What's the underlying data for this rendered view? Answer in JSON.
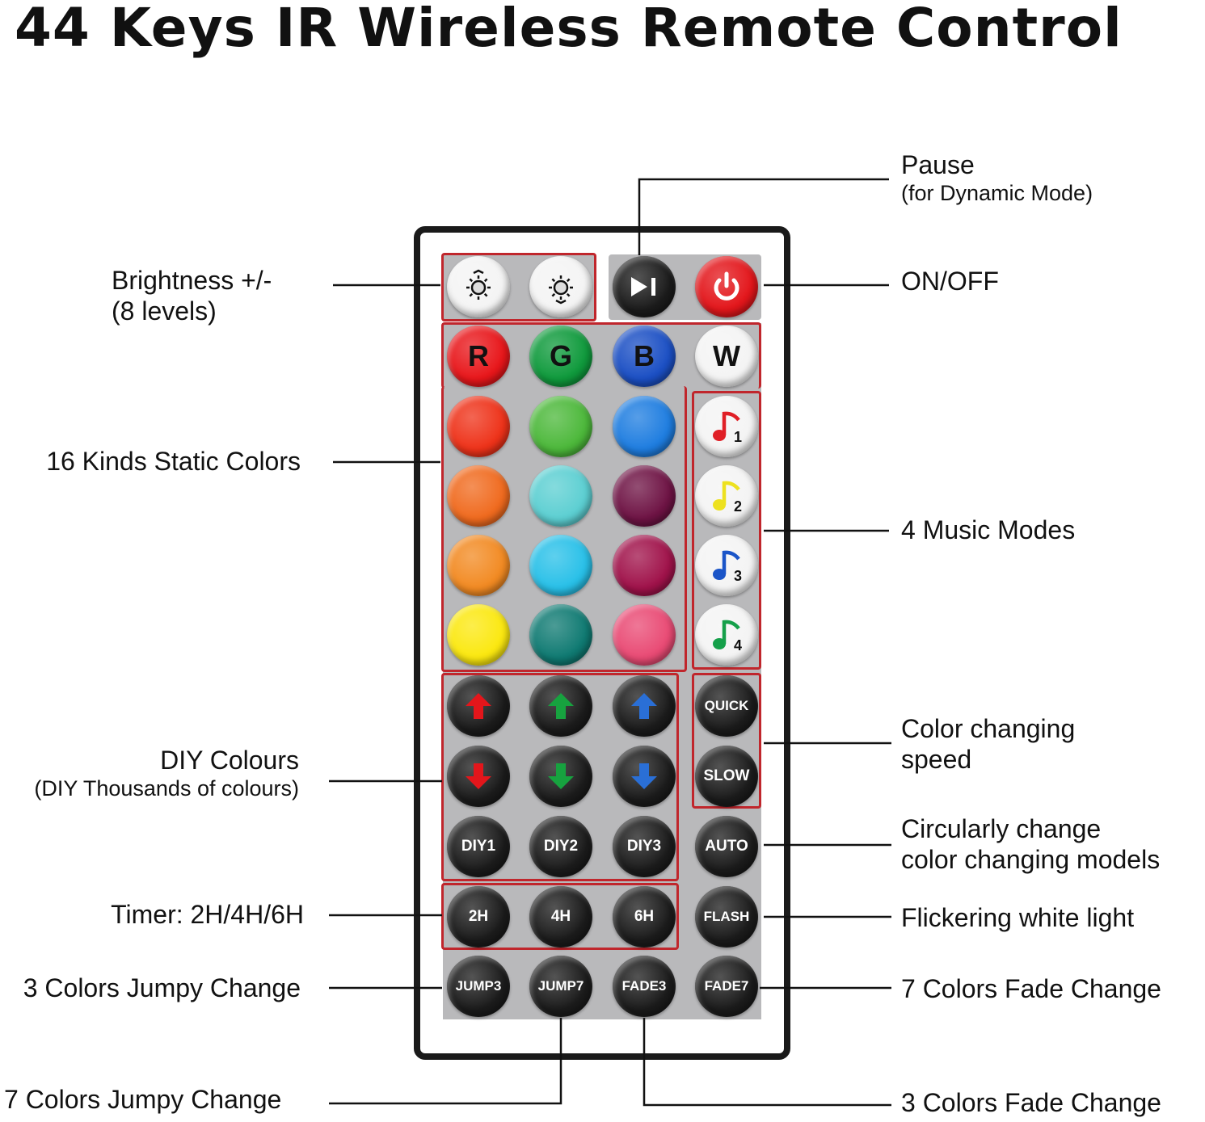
{
  "title": "44 Keys IR Wireless Remote Control",
  "labels": {
    "pause": "Pause",
    "pause_sub": "(for Dynamic Mode)",
    "brightness": "Brightness +/-",
    "brightness_sub": "(8 levels)",
    "onoff": "ON/OFF",
    "static": "16 Kinds Static Colors",
    "music": "4 Music Modes",
    "speed1": "Color changing",
    "speed2": "speed",
    "diy": "DIY Colours",
    "diy_sub": "(DIY Thousands of colours)",
    "circ1": "Circularly change",
    "circ2": "color changing models",
    "timer": "Timer: 2H/4H/6H",
    "flicker": "Flickering white light",
    "jump3": "3 Colors Jumpy Change",
    "fade7": "7 Colors Fade Change",
    "jump7": "7 Colors Jumpy Change",
    "fade3": "3 Colors Fade Change"
  },
  "buttons": [
    {
      "id": "brightness-up",
      "row": 0,
      "col": 0,
      "bg": "#f4f4f4",
      "icon": "brightness-up-icon"
    },
    {
      "id": "brightness-down",
      "row": 0,
      "col": 1,
      "bg": "#f4f4f4",
      "icon": "brightness-down-icon"
    },
    {
      "id": "play-pause",
      "row": 0,
      "col": 2,
      "bg": "#1b1b1b",
      "icon": "play-pause-icon"
    },
    {
      "id": "power",
      "row": 0,
      "col": 3,
      "bg": "#e3161b",
      "icon": "power-icon"
    },
    {
      "id": "red",
      "row": 1,
      "col": 0,
      "bg": "#e8161a",
      "label": "R"
    },
    {
      "id": "green",
      "row": 1,
      "col": 1,
      "bg": "#0f9a3c",
      "label": "G"
    },
    {
      "id": "blue",
      "row": 1,
      "col": 2,
      "bg": "#1b4fc4",
      "label": "B"
    },
    {
      "id": "white",
      "row": 1,
      "col": 3,
      "bg": "#f4f4f4",
      "label": "W"
    },
    {
      "id": "color-1",
      "row": 2,
      "col": 0,
      "bg": "#ee3219"
    },
    {
      "id": "color-2",
      "row": 2,
      "col": 1,
      "bg": "#4cb83a"
    },
    {
      "id": "color-3",
      "row": 2,
      "col": 2,
      "bg": "#1e7de0"
    },
    {
      "id": "music-1",
      "row": 2,
      "col": 3,
      "bg": "#f4f4f4",
      "icon": "music-note-icon",
      "note": "#e01f26",
      "num": "1"
    },
    {
      "id": "color-4",
      "row": 3,
      "col": 0,
      "bg": "#f06a1e"
    },
    {
      "id": "color-5",
      "row": 3,
      "col": 1,
      "bg": "#5ccfd2"
    },
    {
      "id": "color-6",
      "row": 3,
      "col": 2,
      "bg": "#6e1344"
    },
    {
      "id": "music-2",
      "row": 3,
      "col": 3,
      "bg": "#f4f4f4",
      "icon": "music-note-icon",
      "note": "#ede11f",
      "num": "2"
    },
    {
      "id": "color-7",
      "row": 4,
      "col": 0,
      "bg": "#f28a22"
    },
    {
      "id": "color-8",
      "row": 4,
      "col": 1,
      "bg": "#28c0e8"
    },
    {
      "id": "color-9",
      "row": 4,
      "col": 2,
      "bg": "#a0124a"
    },
    {
      "id": "music-3",
      "row": 4,
      "col": 3,
      "bg": "#f4f4f4",
      "icon": "music-note-icon",
      "note": "#1b55c8",
      "num": "3"
    },
    {
      "id": "color-10",
      "row": 5,
      "col": 0,
      "bg": "#fbe80f"
    },
    {
      "id": "color-11",
      "row": 5,
      "col": 1,
      "bg": "#0f7a72"
    },
    {
      "id": "color-12",
      "row": 5,
      "col": 2,
      "bg": "#e94a74"
    },
    {
      "id": "music-4",
      "row": 5,
      "col": 3,
      "bg": "#f4f4f4",
      "icon": "music-note-icon",
      "note": "#15a04a",
      "num": "4"
    },
    {
      "id": "red-up",
      "row": 6,
      "col": 0,
      "bg": "#1b1b1b",
      "icon": "arrow-up-icon",
      "arrow": "#e3161b"
    },
    {
      "id": "green-up",
      "row": 6,
      "col": 1,
      "bg": "#1b1b1b",
      "icon": "arrow-up-icon",
      "arrow": "#17a23f"
    },
    {
      "id": "blue-up",
      "row": 6,
      "col": 2,
      "bg": "#1b1b1b",
      "icon": "arrow-up-icon",
      "arrow": "#2a6fd6"
    },
    {
      "id": "quick",
      "row": 6,
      "col": 3,
      "bg": "#1b1b1b",
      "label": "QUICK"
    },
    {
      "id": "red-down",
      "row": 7,
      "col": 0,
      "bg": "#1b1b1b",
      "icon": "arrow-down-icon",
      "arrow": "#e3161b"
    },
    {
      "id": "green-down",
      "row": 7,
      "col": 1,
      "bg": "#1b1b1b",
      "icon": "arrow-down-icon",
      "arrow": "#17a23f"
    },
    {
      "id": "blue-down",
      "row": 7,
      "col": 2,
      "bg": "#1b1b1b",
      "icon": "arrow-down-icon",
      "arrow": "#2a6fd6"
    },
    {
      "id": "slow",
      "row": 7,
      "col": 3,
      "bg": "#1b1b1b",
      "label": "SLOW"
    },
    {
      "id": "diy1",
      "row": 8,
      "col": 0,
      "bg": "#1b1b1b",
      "label": "DIY1"
    },
    {
      "id": "diy2",
      "row": 8,
      "col": 1,
      "bg": "#1b1b1b",
      "label": "DIY2"
    },
    {
      "id": "diy3",
      "row": 8,
      "col": 2,
      "bg": "#1b1b1b",
      "label": "DIY3"
    },
    {
      "id": "auto",
      "row": 8,
      "col": 3,
      "bg": "#1b1b1b",
      "label": "AUTO"
    },
    {
      "id": "timer-2h",
      "row": 9,
      "col": 0,
      "bg": "#1b1b1b",
      "label": "2H"
    },
    {
      "id": "timer-4h",
      "row": 9,
      "col": 1,
      "bg": "#1b1b1b",
      "label": "4H"
    },
    {
      "id": "timer-6h",
      "row": 9,
      "col": 2,
      "bg": "#1b1b1b",
      "label": "6H"
    },
    {
      "id": "flash",
      "row": 9,
      "col": 3,
      "bg": "#1b1b1b",
      "label": "FLASH"
    },
    {
      "id": "jump3",
      "row": 10,
      "col": 0,
      "bg": "#1b1b1b",
      "label": "JUMP3"
    },
    {
      "id": "jump7",
      "row": 10,
      "col": 1,
      "bg": "#1b1b1b",
      "label": "JUMP7"
    },
    {
      "id": "fade3",
      "row": 10,
      "col": 2,
      "bg": "#1b1b1b",
      "label": "FADE3"
    },
    {
      "id": "fade7",
      "row": 10,
      "col": 3,
      "bg": "#1b1b1b",
      "label": "FADE7"
    }
  ]
}
